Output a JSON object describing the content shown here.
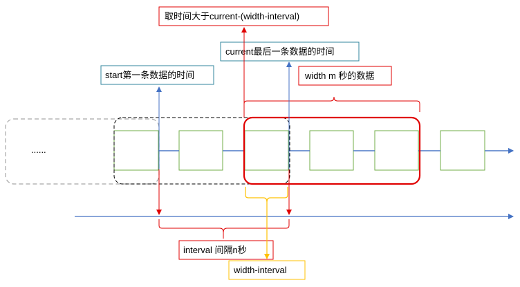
{
  "labels": {
    "take_time": "取时间大于current-(width-interval)",
    "current_time": "current最后一条数据的时间",
    "start_time": "start第一条数据的时间",
    "width_data": "width m 秒的数据",
    "ellipsis": "......",
    "interval": "interval 间隔n秒",
    "width_interval": "width-interval"
  },
  "colors": {
    "blue": "#4472c4",
    "red": "#e00000",
    "yellow": "#ffc000",
    "green": "#70ad47",
    "teal": "#31859c",
    "gray": "#a6a6a6",
    "black": "#000000"
  },
  "data_block_count": 6
}
